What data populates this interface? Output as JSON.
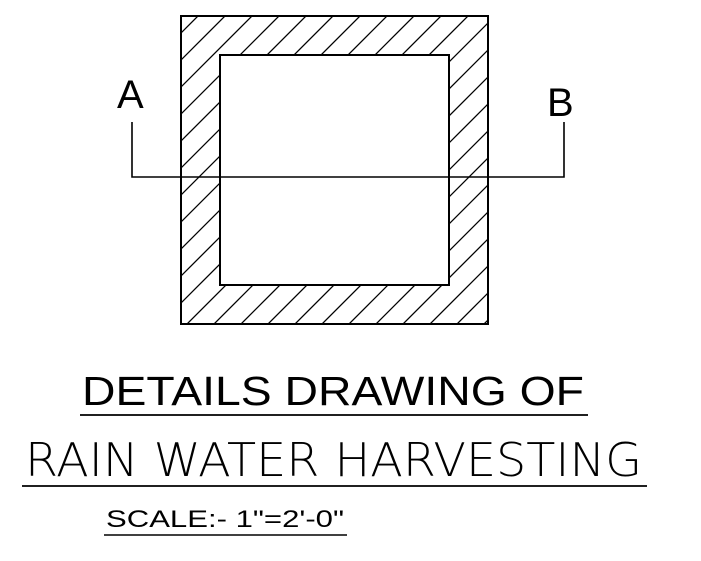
{
  "section_labels": {
    "left": "A",
    "right": "B"
  },
  "title_line_1": "DETAILS DRAWING OF",
  "title_line_2": "RAIN  WATER  HARVESTING",
  "scale": "SCALE:- 1\"=2'-0\"",
  "colors": {
    "ink": "#000000",
    "paper": "#ffffff"
  }
}
